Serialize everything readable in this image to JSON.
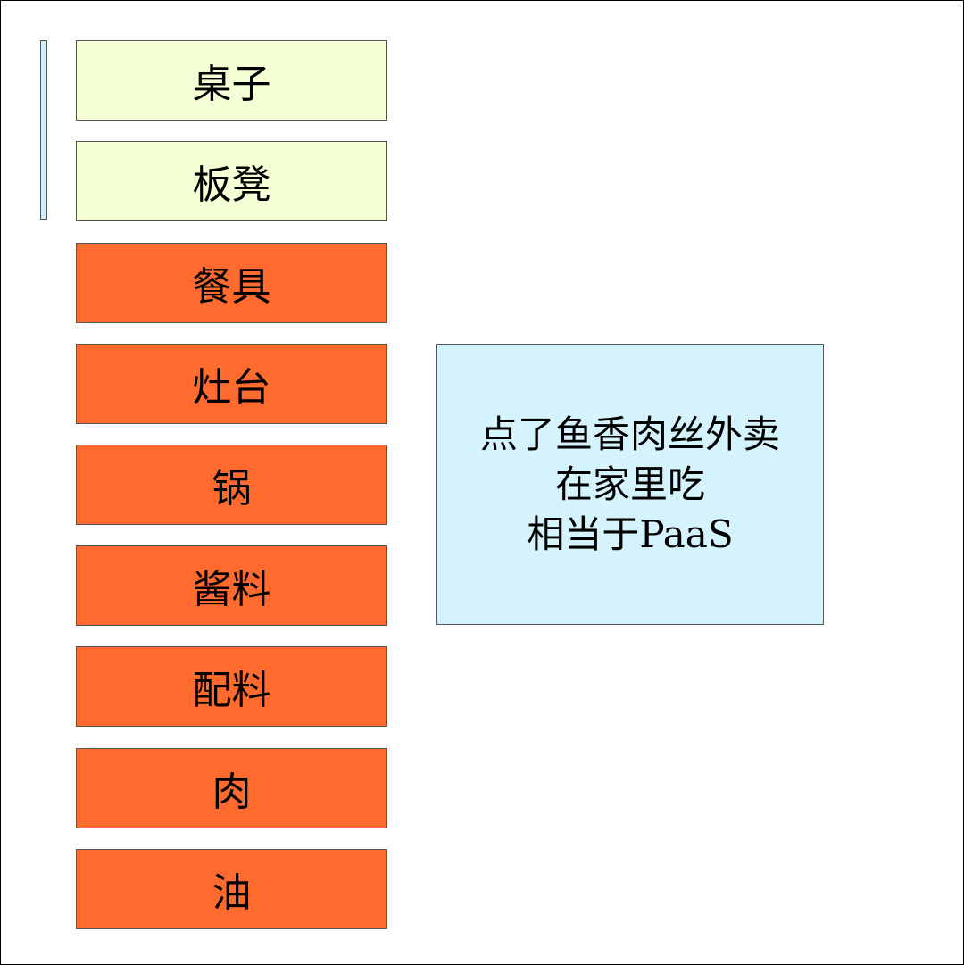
{
  "colors": {
    "provided_fill": "#f5ffd6",
    "self_fill": "#ff6a2f",
    "callout_fill": "#d5f3fd",
    "bracket_fill": "#cfeefb"
  },
  "layers": [
    {
      "label": "桌子",
      "group": "provided"
    },
    {
      "label": "板凳",
      "group": "provided"
    },
    {
      "label": "餐具",
      "group": "self"
    },
    {
      "label": "灶台",
      "group": "self"
    },
    {
      "label": "锅",
      "group": "self"
    },
    {
      "label": "酱料",
      "group": "self"
    },
    {
      "label": "配料",
      "group": "self"
    },
    {
      "label": "肉",
      "group": "self"
    },
    {
      "label": "油",
      "group": "self"
    }
  ],
  "callout": {
    "lines": [
      "点了鱼香肉丝外卖",
      "在家里吃",
      "相当于PaaS"
    ]
  }
}
